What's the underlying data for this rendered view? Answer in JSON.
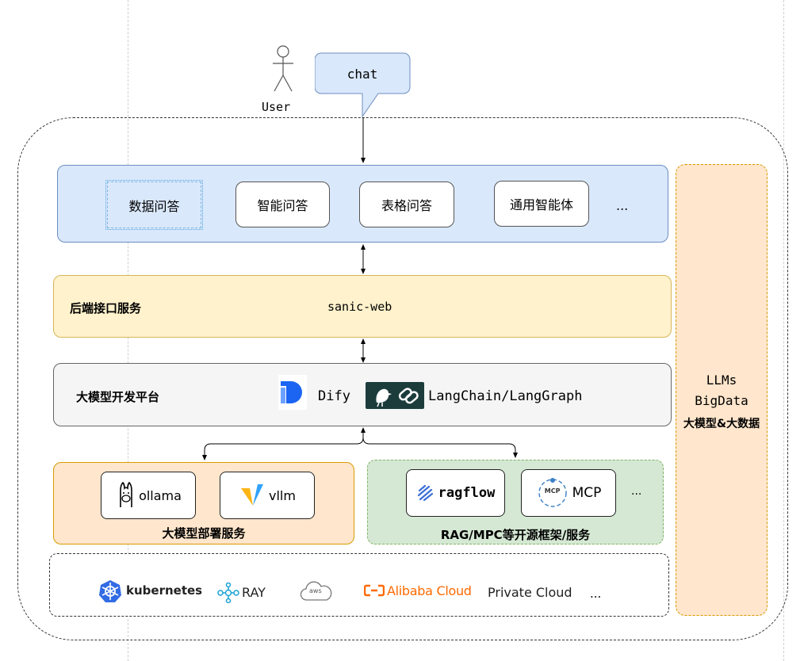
{
  "user": {
    "label": "User"
  },
  "chat": {
    "label": "chat"
  },
  "app_layer": {
    "items": [
      "数据问答",
      "智能问答",
      "表格问答",
      "通用智能体"
    ],
    "more": "..."
  },
  "backend": {
    "title": "后端接口服务",
    "name": "sanic-web"
  },
  "platform": {
    "title": "大模型开发平台",
    "dify": "Dify",
    "langchain": "LangChain/LangGraph"
  },
  "deploy": {
    "title": "大模型部署服务",
    "ollama": "ollama",
    "vllm": "vllm"
  },
  "rag": {
    "title": "RAG/MPC等开源框架/服务",
    "ragflow": "ragflow",
    "mcp_logo": "MCP",
    "mcp": "MCP",
    "more": "..."
  },
  "infra": {
    "kubernetes": "kubernetes",
    "ray": "RAY",
    "aws": "aws",
    "alibaba": "Alibaba Cloud",
    "private": "Private Cloud",
    "more": "..."
  },
  "side": {
    "line1": "LLMs",
    "line2": "BigData",
    "line3": "大模型&大数据"
  },
  "colors": {
    "blue_fill": "#dae8fc",
    "blue_stroke": "#6c8ebf",
    "yellow_fill": "#fff2cc",
    "orange_fill": "#ffe6cc",
    "green_fill": "#d5e8d4",
    "gray_fill": "#f5f5f5",
    "kubernetes": "#326ce5",
    "alibaba": "#ff6a00"
  }
}
